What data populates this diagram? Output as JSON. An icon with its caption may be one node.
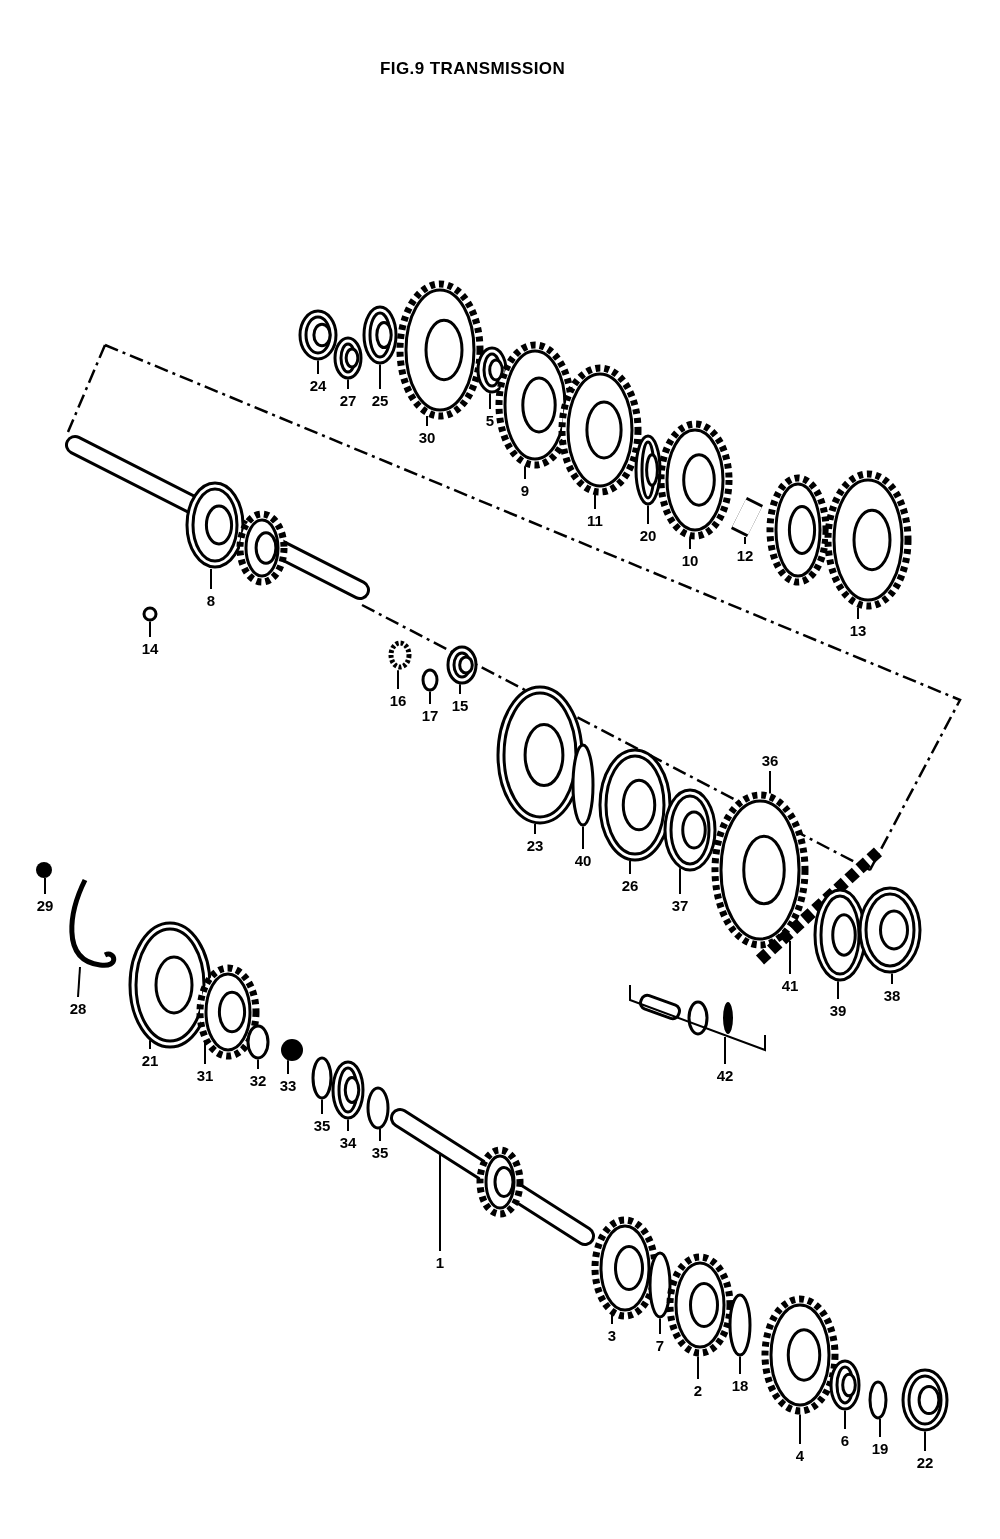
{
  "diagram": {
    "title": "FIG.9 TRANSMISSION",
    "nodes": [
      {
        "text": [
          "24"
        ]
      },
      {
        "text": [
          "27"
        ]
      },
      {
        "text": [
          "25"
        ]
      },
      {
        "text": [
          "30"
        ]
      },
      {
        "text": [
          "5"
        ]
      },
      {
        "text": [
          "9"
        ]
      },
      {
        "text": [
          "11"
        ]
      },
      {
        "text": [
          "20"
        ]
      },
      {
        "text": [
          "10"
        ]
      },
      {
        "text": [
          "12"
        ]
      },
      {
        "text": [
          "13"
        ]
      },
      {
        "text": [
          "14"
        ]
      },
      {
        "text": [
          "8"
        ]
      },
      {
        "text": [
          "16"
        ]
      },
      {
        "text": [
          "17"
        ]
      },
      {
        "text": [
          "15"
        ]
      },
      {
        "text": [
          "36"
        ]
      },
      {
        "text": [
          "23"
        ]
      },
      {
        "text": [
          "40"
        ]
      },
      {
        "text": [
          "26"
        ]
      },
      {
        "text": [
          "37"
        ]
      },
      {
        "text": [
          "41"
        ]
      },
      {
        "text": [
          "39"
        ]
      },
      {
        "text": [
          "38"
        ]
      },
      {
        "text": [
          "29"
        ]
      },
      {
        "text": [
          "28"
        ]
      },
      {
        "text": [
          "21"
        ]
      },
      {
        "text": [
          "31"
        ]
      },
      {
        "text": [
          "32"
        ]
      },
      {
        "text": [
          "33"
        ]
      },
      {
        "text": [
          "35"
        ]
      },
      {
        "text": [
          "34"
        ]
      },
      {
        "text": [
          "35"
        ]
      },
      {
        "text": [
          "42"
        ]
      },
      {
        "text": [
          "1"
        ]
      },
      {
        "text": [
          "3"
        ]
      },
      {
        "text": [
          "7"
        ]
      },
      {
        "text": [
          "2"
        ]
      },
      {
        "text": [
          "18"
        ]
      },
      {
        "text": [
          "4"
        ]
      },
      {
        "text": [
          "6"
        ]
      },
      {
        "text": [
          "19"
        ]
      },
      {
        "text": [
          "22"
        ]
      },
      {
        "text": [],
        "shape": "circle"
      },
      {
        "text": [],
        "shape": "circle"
      },
      {
        "text": [],
        "shape": "circle"
      },
      {
        "text": [],
        "shape": "gear"
      },
      {
        "text": [],
        "shape": "circle"
      },
      {
        "text": [],
        "shape": "gear"
      },
      {
        "text": [],
        "shape": "gear"
      },
      {
        "text": [],
        "shape": "circle"
      },
      {
        "text": [],
        "shape": "gear"
      },
      {
        "text": [],
        "shape": "cylinder"
      },
      {
        "text": [],
        "shape": "gear"
      },
      {
        "text": [],
        "shape": "gear"
      },
      {
        "text": [],
        "shape": "circle"
      },
      {
        "text": [],
        "shape": "cylinder"
      },
      {
        "text": [],
        "shape": "gear"
      },
      {
        "text": [],
        "shape": "circle"
      },
      {
        "text": [],
        "shape": "circle"
      },
      {
        "text": [],
        "shape": "circle"
      },
      {
        "text": [],
        "shape": "circle"
      },
      {
        "text": [],
        "shape": "circle"
      },
      {
        "text": [],
        "shape": "circle"
      },
      {
        "text": [],
        "shape": "gear"
      },
      {
        "text": [],
        "shape": "chain"
      },
      {
        "text": [],
        "shape": "circle"
      },
      {
        "text": [],
        "shape": "circle"
      },
      {
        "text": [],
        "shape": "circle"
      },
      {
        "text": [],
        "shape": "bar"
      },
      {
        "text": [],
        "shape": "circle"
      },
      {
        "text": [],
        "shape": "gear"
      },
      {
        "text": [],
        "shape": "circle"
      },
      {
        "text": [],
        "shape": "circle"
      },
      {
        "text": [],
        "shape": "circle"
      },
      {
        "text": [],
        "shape": "circle"
      },
      {
        "text": [],
        "shape": "circle"
      },
      {
        "text": [],
        "shape": "cylinder"
      },
      {
        "text": [],
        "shape": "gear"
      },
      {
        "text": [],
        "shape": "circle"
      },
      {
        "text": [],
        "shape": "gear"
      },
      {
        "text": [],
        "shape": "circle"
      },
      {
        "text": [],
        "shape": "gear"
      },
      {
        "text": [],
        "shape": "circle"
      },
      {
        "text": [],
        "shape": "circle"
      },
      {
        "text": [],
        "shape": "circle"
      },
      {
        "text": [],
        "shape": "picture"
      }
    ],
    "edges": [
      {
        "from": 0,
        "to": 43,
        "arrow": "none"
      },
      {
        "from": 1,
        "to": 44,
        "arrow": "none"
      },
      {
        "from": 2,
        "to": 45,
        "arrow": "none"
      },
      {
        "from": 3,
        "to": 46,
        "arrow": "none"
      },
      {
        "from": 4,
        "to": 47,
        "arrow": "none"
      },
      {
        "from": 5,
        "to": 48,
        "arrow": "none"
      },
      {
        "from": 6,
        "to": 49,
        "arrow": "none"
      },
      {
        "from": 7,
        "to": 50,
        "arrow": "none"
      },
      {
        "from": 8,
        "to": 51,
        "arrow": "none"
      },
      {
        "from": 9,
        "to": 52,
        "arrow": "none"
      },
      {
        "from": 10,
        "to": 54,
        "arrow": "none"
      },
      {
        "from": 11,
        "to": 55,
        "arrow": "none"
      },
      {
        "from": 12,
        "to": 56,
        "arrow": "none"
      },
      {
        "from": 13,
        "to": 57,
        "arrow": "none"
      },
      {
        "from": 14,
        "to": 58,
        "arrow": "none"
      },
      {
        "from": 15,
        "to": 59,
        "arrow": "none"
      },
      {
        "from": 16,
        "to": 64,
        "arrow": "none"
      },
      {
        "from": 17,
        "to": 60,
        "arrow": "none"
      },
      {
        "from": 18,
        "to": 61,
        "arrow": "none"
      },
      {
        "from": 19,
        "to": 62,
        "arrow": "none"
      },
      {
        "from": 20,
        "to": 63,
        "arrow": "none"
      },
      {
        "from": 21,
        "to": 65,
        "arrow": "none"
      },
      {
        "from": 22,
        "to": 66,
        "arrow": "none"
      },
      {
        "from": 23,
        "to": 67,
        "arrow": "none"
      },
      {
        "from": 24,
        "to": 68,
        "arrow": "none"
      },
      {
        "from": 25,
        "to": 69,
        "arrow": "none"
      },
      {
        "from": 26,
        "to": 70,
        "arrow": "none"
      },
      {
        "from": 27,
        "to": 71,
        "arrow": "none"
      },
      {
        "from": 28,
        "to": 72,
        "arrow": "none"
      },
      {
        "from": 29,
        "to": 73,
        "arrow": "none"
      },
      {
        "from": 30,
        "to": 74,
        "arrow": "none"
      },
      {
        "from": 31,
        "to": 75,
        "arrow": "none"
      },
      {
        "from": 32,
        "to": 76,
        "arrow": "none"
      },
      {
        "from": 33,
        "to": 86,
        "arrow": "none"
      },
      {
        "from": 34,
        "to": 77,
        "arrow": "none"
      },
      {
        "from": 35,
        "to": 78,
        "arrow": "none"
      },
      {
        "from": 36,
        "to": 79,
        "arrow": "none"
      },
      {
        "from": 37,
        "to": 80,
        "arrow": "none"
      },
      {
        "from": 38,
        "to": 81,
        "arrow": "none"
      },
      {
        "from": 39,
        "to": 82,
        "arrow": "none"
      },
      {
        "from": 40,
        "to": 83,
        "arrow": "none"
      },
      {
        "from": 41,
        "to": 84,
        "arrow": "none"
      },
      {
        "from": 42,
        "to": 85,
        "arrow": "none"
      }
    ]
  }
}
